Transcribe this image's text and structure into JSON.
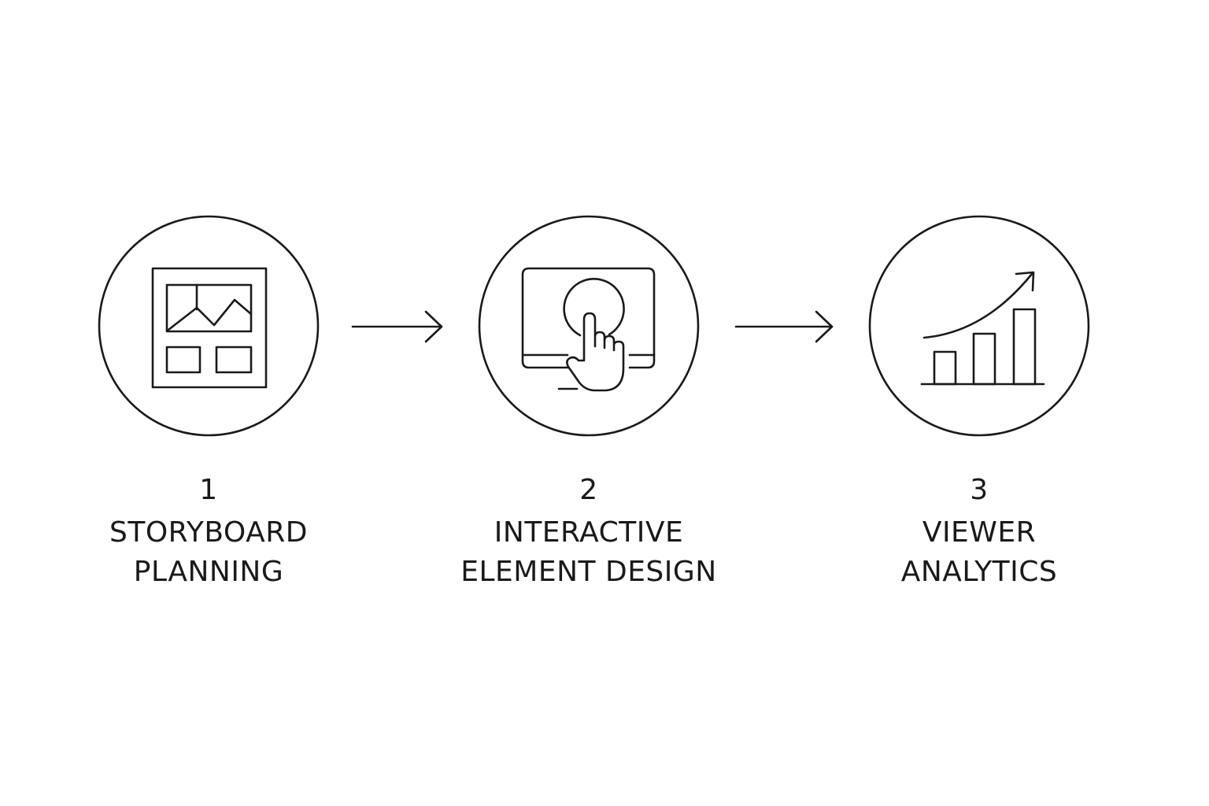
{
  "diagram": {
    "stroke_color": "#1a1a1a",
    "background_color": "#ffffff",
    "steps": [
      {
        "number": "1",
        "title_lines": [
          "STORYBOARD",
          "PLANNING"
        ],
        "icon": "storyboard-icon"
      },
      {
        "number": "2",
        "title_lines": [
          "INTERACTIVE",
          "ELEMENT DESIGN"
        ],
        "icon": "touch-screen-icon"
      },
      {
        "number": "3",
        "title_lines": [
          "VIEWER",
          "ANALYTICS"
        ],
        "icon": "growth-chart-icon"
      }
    ],
    "connectors": [
      {
        "from": "1",
        "to": "2",
        "icon": "arrow-right-icon"
      },
      {
        "from": "2",
        "to": "3",
        "icon": "arrow-right-icon"
      }
    ]
  }
}
